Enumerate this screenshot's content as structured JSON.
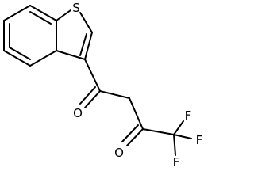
{
  "molecule": {
    "atoms": {
      "sulfur": "S",
      "oxygen_1": "O",
      "oxygen_2": "O",
      "fluorine_1": "F",
      "fluorine_2": "F",
      "fluorine_3": "F"
    }
  }
}
